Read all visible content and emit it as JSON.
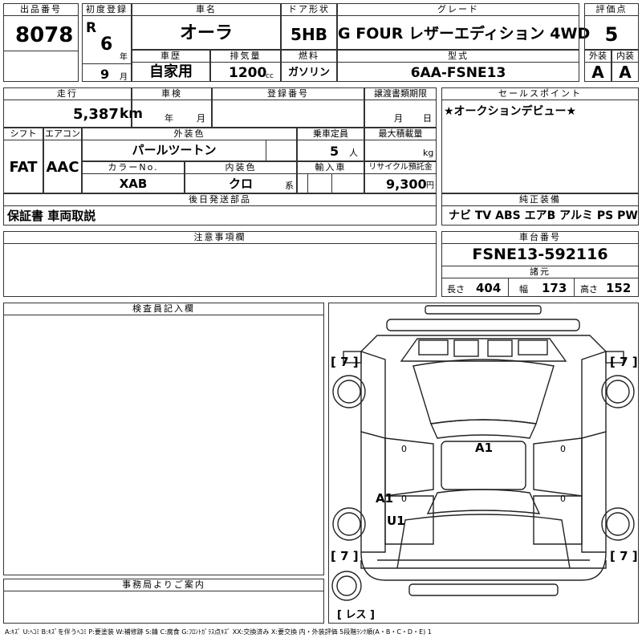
{
  "lot": {
    "label": "出品番号",
    "value": "8078"
  },
  "first_reg": {
    "label": "初度登録",
    "era": "R",
    "year": "6",
    "year_unit": "年",
    "month": "9",
    "month_unit": "月"
  },
  "car_name": {
    "label": "車名",
    "value": "オーラ"
  },
  "door": {
    "label": "ドア形状",
    "value": "5HB"
  },
  "grade": {
    "label": "グレード",
    "value": "G FOUR レザーエディション 4WD"
  },
  "score": {
    "label": "評価点",
    "value": "5"
  },
  "history": {
    "label": "車歴",
    "value": "自家用"
  },
  "displacement": {
    "label": "排気量",
    "value": "1200",
    "unit": "cc"
  },
  "fuel": {
    "label": "燃料",
    "value": "ガソリン"
  },
  "model_code": {
    "label": "型式",
    "value": "6AA-FSNE13"
  },
  "exterior": {
    "label": "外装",
    "value": "A"
  },
  "interior": {
    "label": "内装",
    "value": "A"
  },
  "mileage": {
    "label": "走行",
    "value": "5,387",
    "unit": "km"
  },
  "inspection": {
    "label": "車検",
    "year_unit": "年",
    "month_unit": "月"
  },
  "reg_no": {
    "label": "登録番号"
  },
  "transfer": {
    "label": "譲渡書類期限",
    "month_unit": "月",
    "day_unit": "日"
  },
  "sales_point": {
    "label": "セールスポイント",
    "value": "★オークションデビュー★"
  },
  "shift": {
    "label": "シフト",
    "value": "FAT"
  },
  "aircon": {
    "label": "エアコン",
    "value": "AAC"
  },
  "ext_color": {
    "label": "外装色",
    "value": "パールツートン"
  },
  "capacity": {
    "label": "乗車定員",
    "value": "5",
    "unit": "人"
  },
  "max_load": {
    "label": "最大積載量",
    "unit": "kg"
  },
  "color_no": {
    "label": "カラーNo.",
    "value": "XAB"
  },
  "int_color": {
    "label": "内装色",
    "value": "クロ",
    "unit": "系"
  },
  "import": {
    "label": "輸入車"
  },
  "recycle": {
    "label": "リサイクル預託金",
    "value": "9,300",
    "unit": "円"
  },
  "later_parts": {
    "label": "後日発送部品",
    "value": "保証書 車両取説"
  },
  "equipment": {
    "label": "純正装備",
    "value": "ナビ TV ABS エアB アルミ PS PW"
  },
  "notes": {
    "label": "注意事項欄"
  },
  "chassis": {
    "label": "車台番号",
    "value": "FSNE13-592116"
  },
  "dims": {
    "label": "諸元",
    "len_label": "長さ",
    "len": "404",
    "wid_label": "幅",
    "wid": "173",
    "hgt_label": "高さ",
    "hgt": "152"
  },
  "inspector": {
    "label": "検査員記入欄"
  },
  "office": {
    "label": "事務局よりご案内"
  },
  "diagram": {
    "tread_fl": "[ 7 ]",
    "tread_fr": "[ 7 ]",
    "tread_rl": "[ 7 ]",
    "tread_rr": "[ 7 ]",
    "spare": "[ レス ]",
    "mark_center": "A1",
    "mark_side_1": "A1",
    "mark_side_2": "U1",
    "zero": "0"
  },
  "legend": "A:ｷｽﾞ U:ﾍｺﾐ B:ｷｽﾞを伴うﾍｺﾐ P:要塗装 W:補修跡 S:錆 C:腐食 G:ﾌﾛﾝﾄｶﾞﾗｽ点ｷｽﾞ XX:交換済み X:要交換 内・外装評価 5段階ﾗﾝｸ順(A・B・C・D・E) 1"
}
